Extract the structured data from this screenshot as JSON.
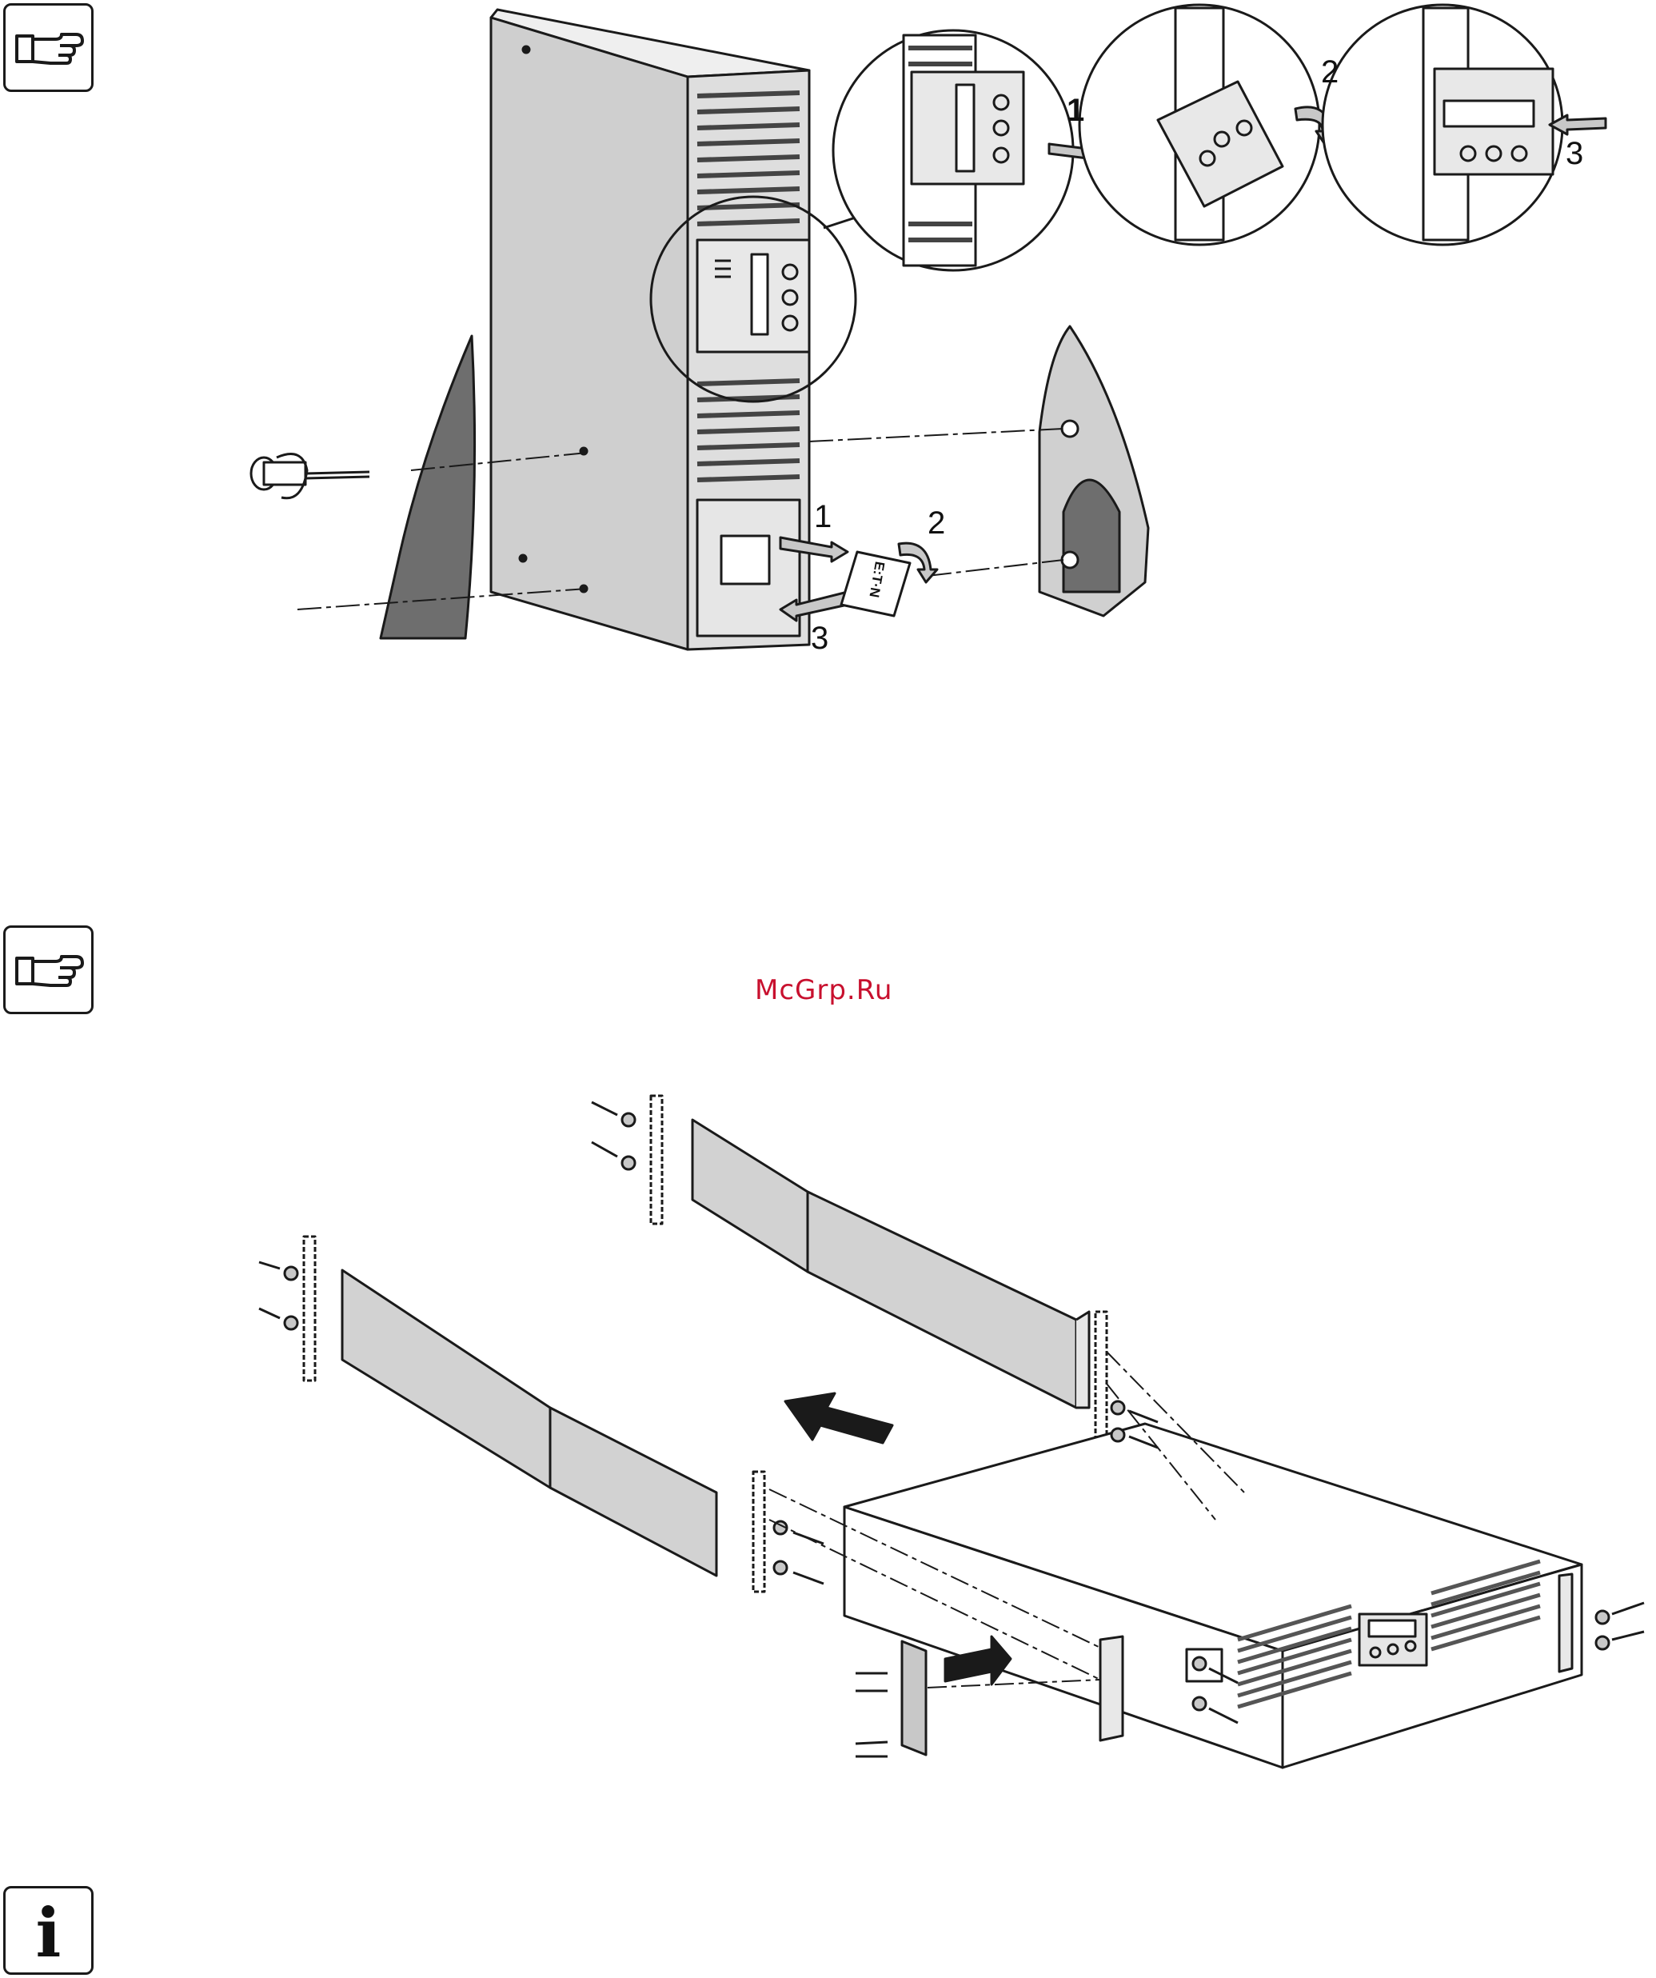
{
  "icons": {
    "note_top": "pointing-hand-icon",
    "note_middle": "pointing-hand-icon",
    "info_bottom": "info-icon"
  },
  "info_glyph": "i",
  "watermark": "McGrp.Ru",
  "figure1": {
    "zoom_step1": "1",
    "zoom_step2": "2",
    "zoom_step3": "3",
    "panel_step1": "1",
    "panel_step2": "2",
    "panel_step3": "3",
    "brand_logo": "E:T·N"
  },
  "colors": {
    "line": "#1a1a1a",
    "panel_gray": "#d4d4d4",
    "dark_foot": "#6e6e6e",
    "watermark": "#c8102e"
  }
}
